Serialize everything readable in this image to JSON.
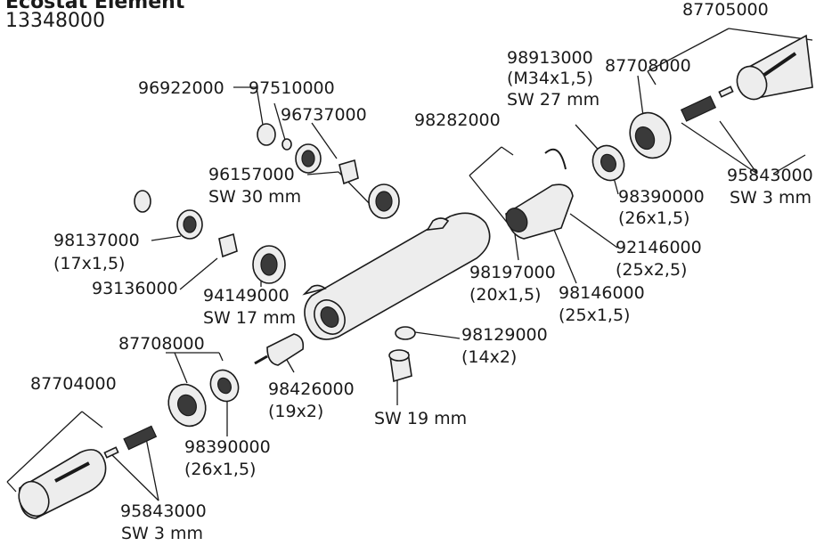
{
  "header": {
    "title": "Ecostat Element",
    "article_number": "13348000"
  },
  "labels": {
    "p87705000": "87705000",
    "p98913000": "98913000",
    "p98913000_thread": "(M34x1,5)",
    "p98913000_sw": "SW 27 mm",
    "p87708000_top": "87708000",
    "p96922000": "96922000",
    "p97510000": "97510000",
    "p96737000": "96737000",
    "p98282000": "98282000",
    "p96157000": "96157000",
    "p96157000_sw": "SW 30 mm",
    "p95843000_top": "95843000",
    "p95843000_top_sw": "SW 3 mm",
    "p98390000_top": "98390000",
    "p98390000_top_dim": "(26x1,5)",
    "p98137000": "98137000",
    "p98137000_dim": "(17x1,5)",
    "p92146000": "92146000",
    "p92146000_dim": "(25x2,5)",
    "p93136000": "93136000",
    "p98197000": "98197000",
    "p98197000_dim": "(20x1,5)",
    "p98146000": "98146000",
    "p98146000_dim": "(25x1,5)",
    "p94149000": "94149000",
    "p94149000_sw": "SW 17 mm",
    "p87708000_bottom": "87708000",
    "p98129000": "98129000",
    "p98129000_dim": "(14x2)",
    "p87704000": "87704000",
    "p98426000": "98426000",
    "p98426000_dim": "(19x2)",
    "sw19": "SW 19 mm",
    "p98390000_bottom": "98390000",
    "p98390000_bottom_dim": "(26x1,5)",
    "p95843000_bottom": "95843000",
    "p95843000_bottom_sw": "SW 3 mm"
  }
}
